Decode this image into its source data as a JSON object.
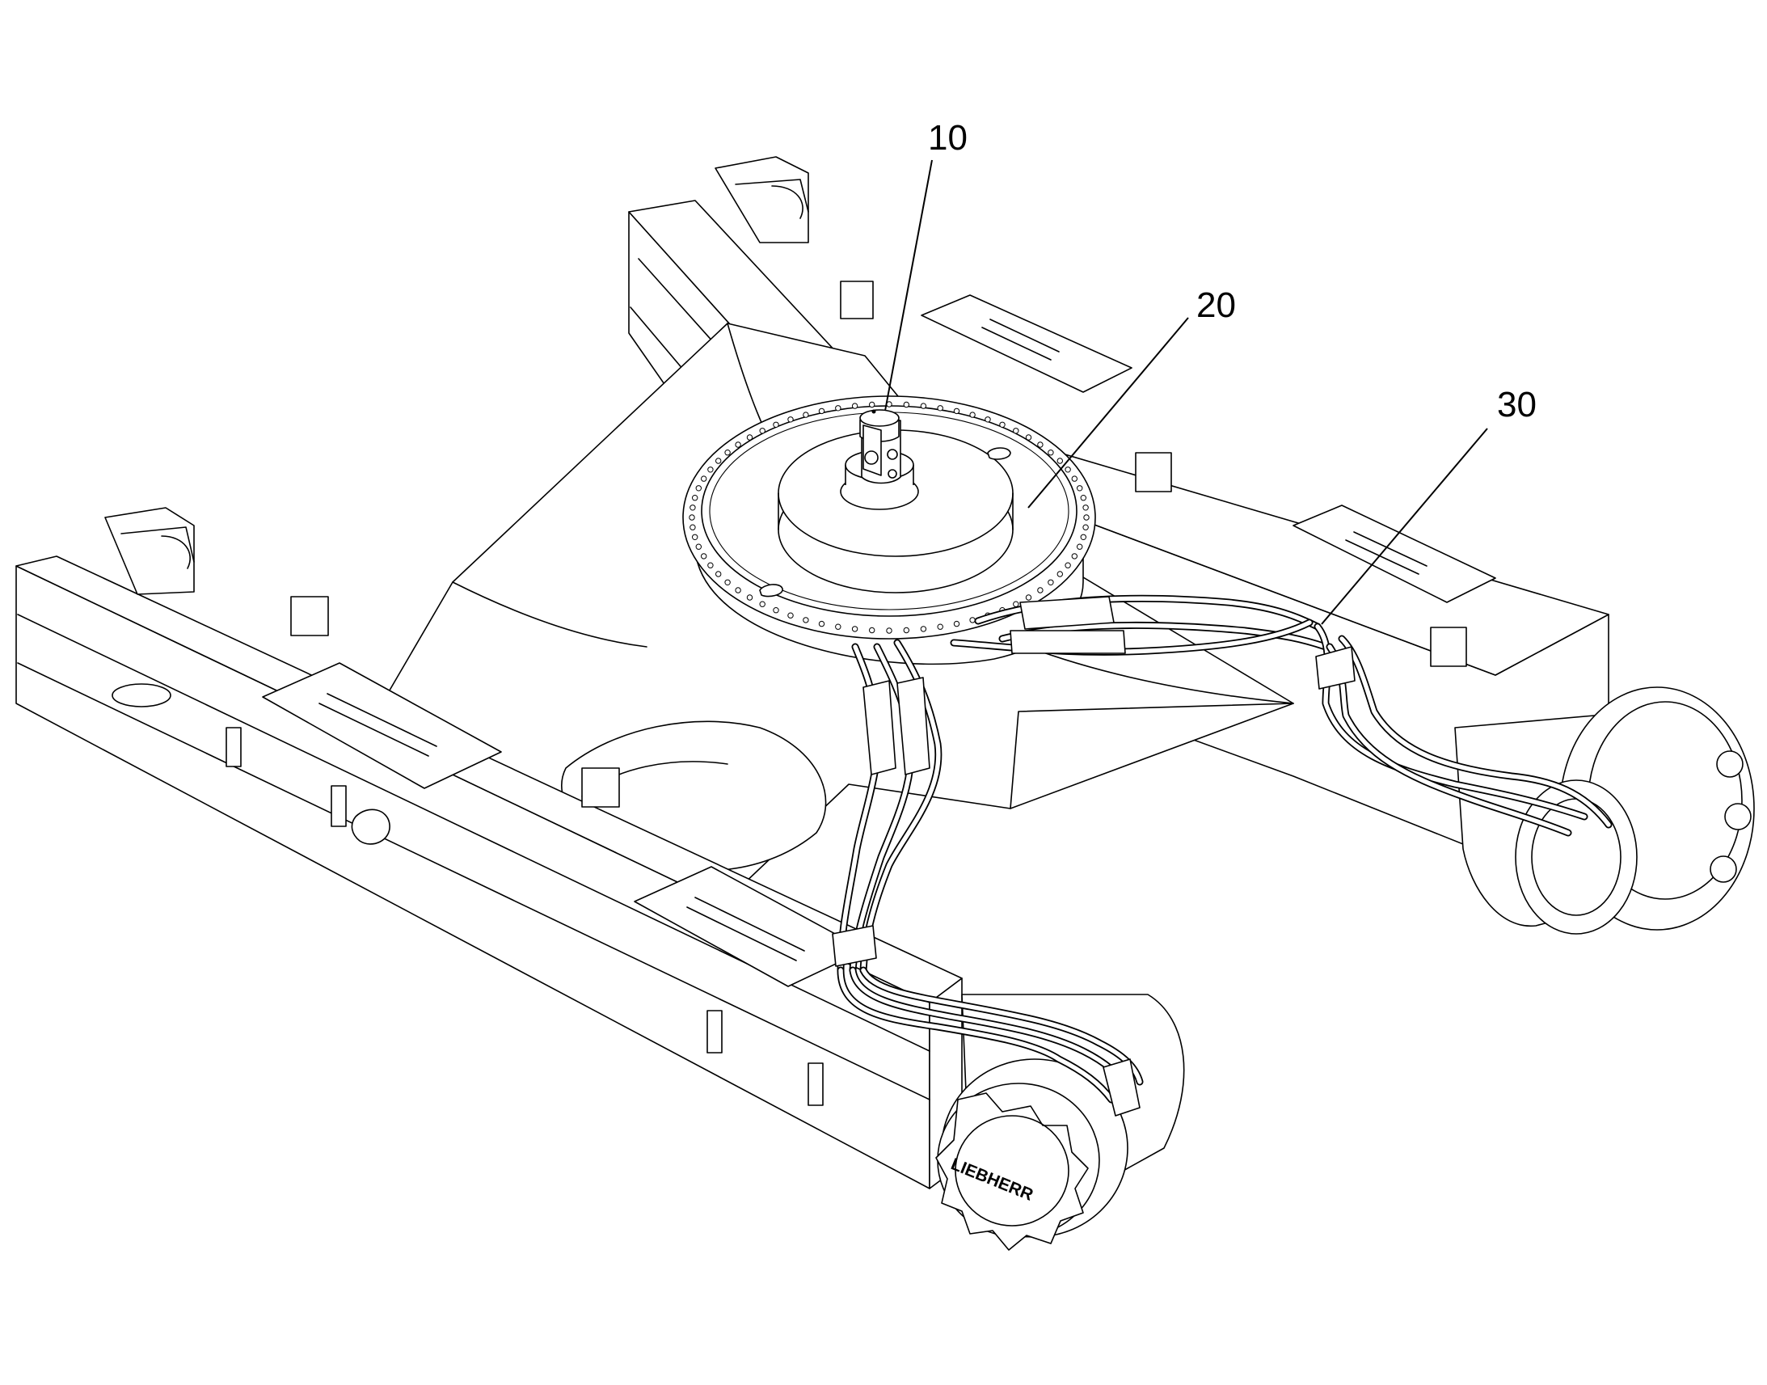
{
  "labels": {
    "swivel_joint": "10",
    "slewing_ring": "20",
    "hydraulic_lines": "30"
  },
  "motor_brand": "LIEBHERR",
  "colors": {
    "line": "#000000",
    "background": "#ffffff"
  }
}
